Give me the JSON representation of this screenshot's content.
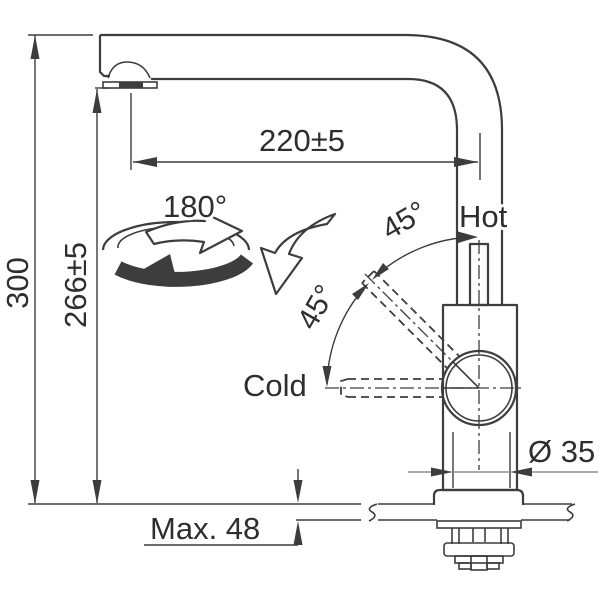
{
  "diagram": {
    "dimensions": {
      "spout_reach": "220±5",
      "total_height": "300",
      "outlet_height": "266±5",
      "base_diameter": "Ø 35",
      "max_worktop_thickness": "Max. 48"
    },
    "annotations": {
      "swivel_angle": "180°",
      "lever_angle_upper": "45°",
      "lever_angle_lower": "45°",
      "hot_label": "Hot",
      "cold_label": "Cold"
    },
    "colors": {
      "line": "#3d3d3d",
      "dimension_gray": "#8f8f8f",
      "background": "#ffffff"
    }
  }
}
